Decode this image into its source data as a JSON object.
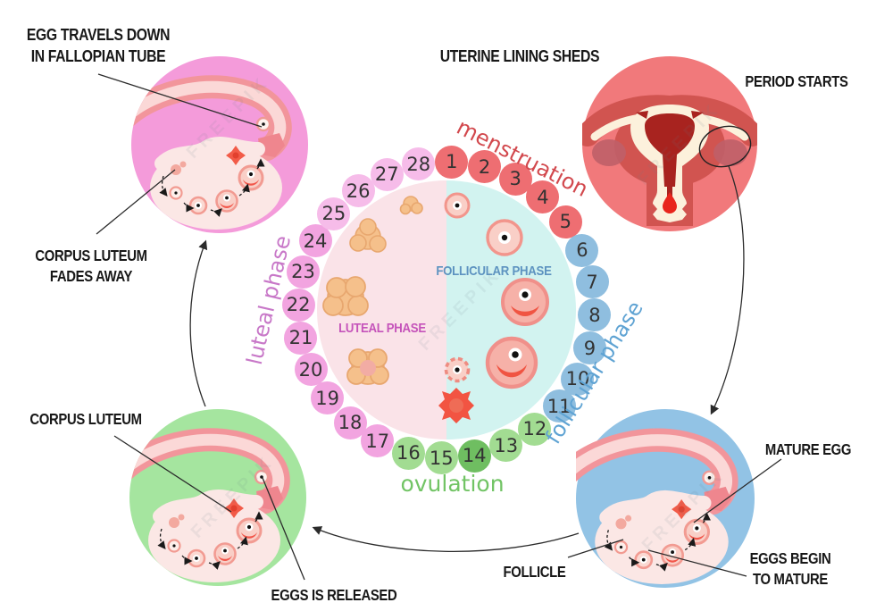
{
  "labels": {
    "egg_travels_1": "EGG TRAVELS DOWN",
    "egg_travels_2": "IN FALLOPIAN TUBE",
    "corpus_fades_1": "CORPUS LUTEUM",
    "corpus_fades_2": "FADES AWAY",
    "uterine_lining": "UTERINE LINING SHEDS",
    "period_starts": "PERIOD STARTS",
    "corpus_luteum": "CORPUS LUTEUM",
    "eggs_released": "EGGS IS RELEASED",
    "mature_egg": "MATURE EGG",
    "follicle": "FOLLICLE",
    "eggs_begin_1": "EGGS BEGIN",
    "eggs_begin_2": "TO MATURE"
  },
  "wheel": {
    "phase_arc_labels": {
      "menstruation": "menstruation",
      "follicular": "follicular phase",
      "ovulation": "ovulation",
      "luteal": "luteal phase"
    },
    "center_labels": {
      "luteal": "LUTEAL PHASE",
      "follicular": "FOLLICULAR PHASE"
    },
    "total_days": 28,
    "days": [
      {
        "n": 1,
        "phase": "menstruation"
      },
      {
        "n": 2,
        "phase": "menstruation"
      },
      {
        "n": 3,
        "phase": "menstruation"
      },
      {
        "n": 4,
        "phase": "menstruation"
      },
      {
        "n": 5,
        "phase": "menstruation"
      },
      {
        "n": 6,
        "phase": "follicular"
      },
      {
        "n": 7,
        "phase": "follicular"
      },
      {
        "n": 8,
        "phase": "follicular"
      },
      {
        "n": 9,
        "phase": "follicular"
      },
      {
        "n": 10,
        "phase": "follicular"
      },
      {
        "n": 11,
        "phase": "follicular"
      },
      {
        "n": 12,
        "phase": "ovulation"
      },
      {
        "n": 13,
        "phase": "ovulation"
      },
      {
        "n": 14,
        "phase": "ovulation_peak"
      },
      {
        "n": 15,
        "phase": "ovulation"
      },
      {
        "n": 16,
        "phase": "ovulation"
      },
      {
        "n": 17,
        "phase": "luteal"
      },
      {
        "n": 18,
        "phase": "luteal"
      },
      {
        "n": 19,
        "phase": "luteal"
      },
      {
        "n": 20,
        "phase": "luteal"
      },
      {
        "n": 21,
        "phase": "luteal"
      },
      {
        "n": 22,
        "phase": "luteal"
      },
      {
        "n": 23,
        "phase": "luteal"
      },
      {
        "n": 24,
        "phase": "luteal"
      },
      {
        "n": 25,
        "phase": "luteal_light"
      },
      {
        "n": 26,
        "phase": "luteal_light"
      },
      {
        "n": 27,
        "phase": "luteal_light"
      },
      {
        "n": 28,
        "phase": "luteal_light"
      }
    ]
  },
  "colors": {
    "menstruation_day": "#ee6e72",
    "follicular_day": "#8fbedf",
    "ovulation_day": "#a2dc92",
    "ovulation_peak_day": "#6fbe61",
    "luteal_day": "#f2a4e0",
    "luteal_light_day": "#f6bce9",
    "left_half": "#fae3e8",
    "right_half": "#d2f3f0",
    "circle_top_left": "#f49bda",
    "circle_top_right": "#f1797b",
    "circle_bottom_left": "#a5e59f",
    "circle_bottom_right": "#92c3e5",
    "menstruation_text": "#d2484d",
    "follicular_text": "#5fa3d3",
    "ovulation_text": "#72c465",
    "luteal_text": "#c878c8",
    "luteal_center_text": "#c553ba",
    "follicular_center_text": "#5d93c0"
  },
  "watermark": {
    "text": "FREEPIK"
  }
}
